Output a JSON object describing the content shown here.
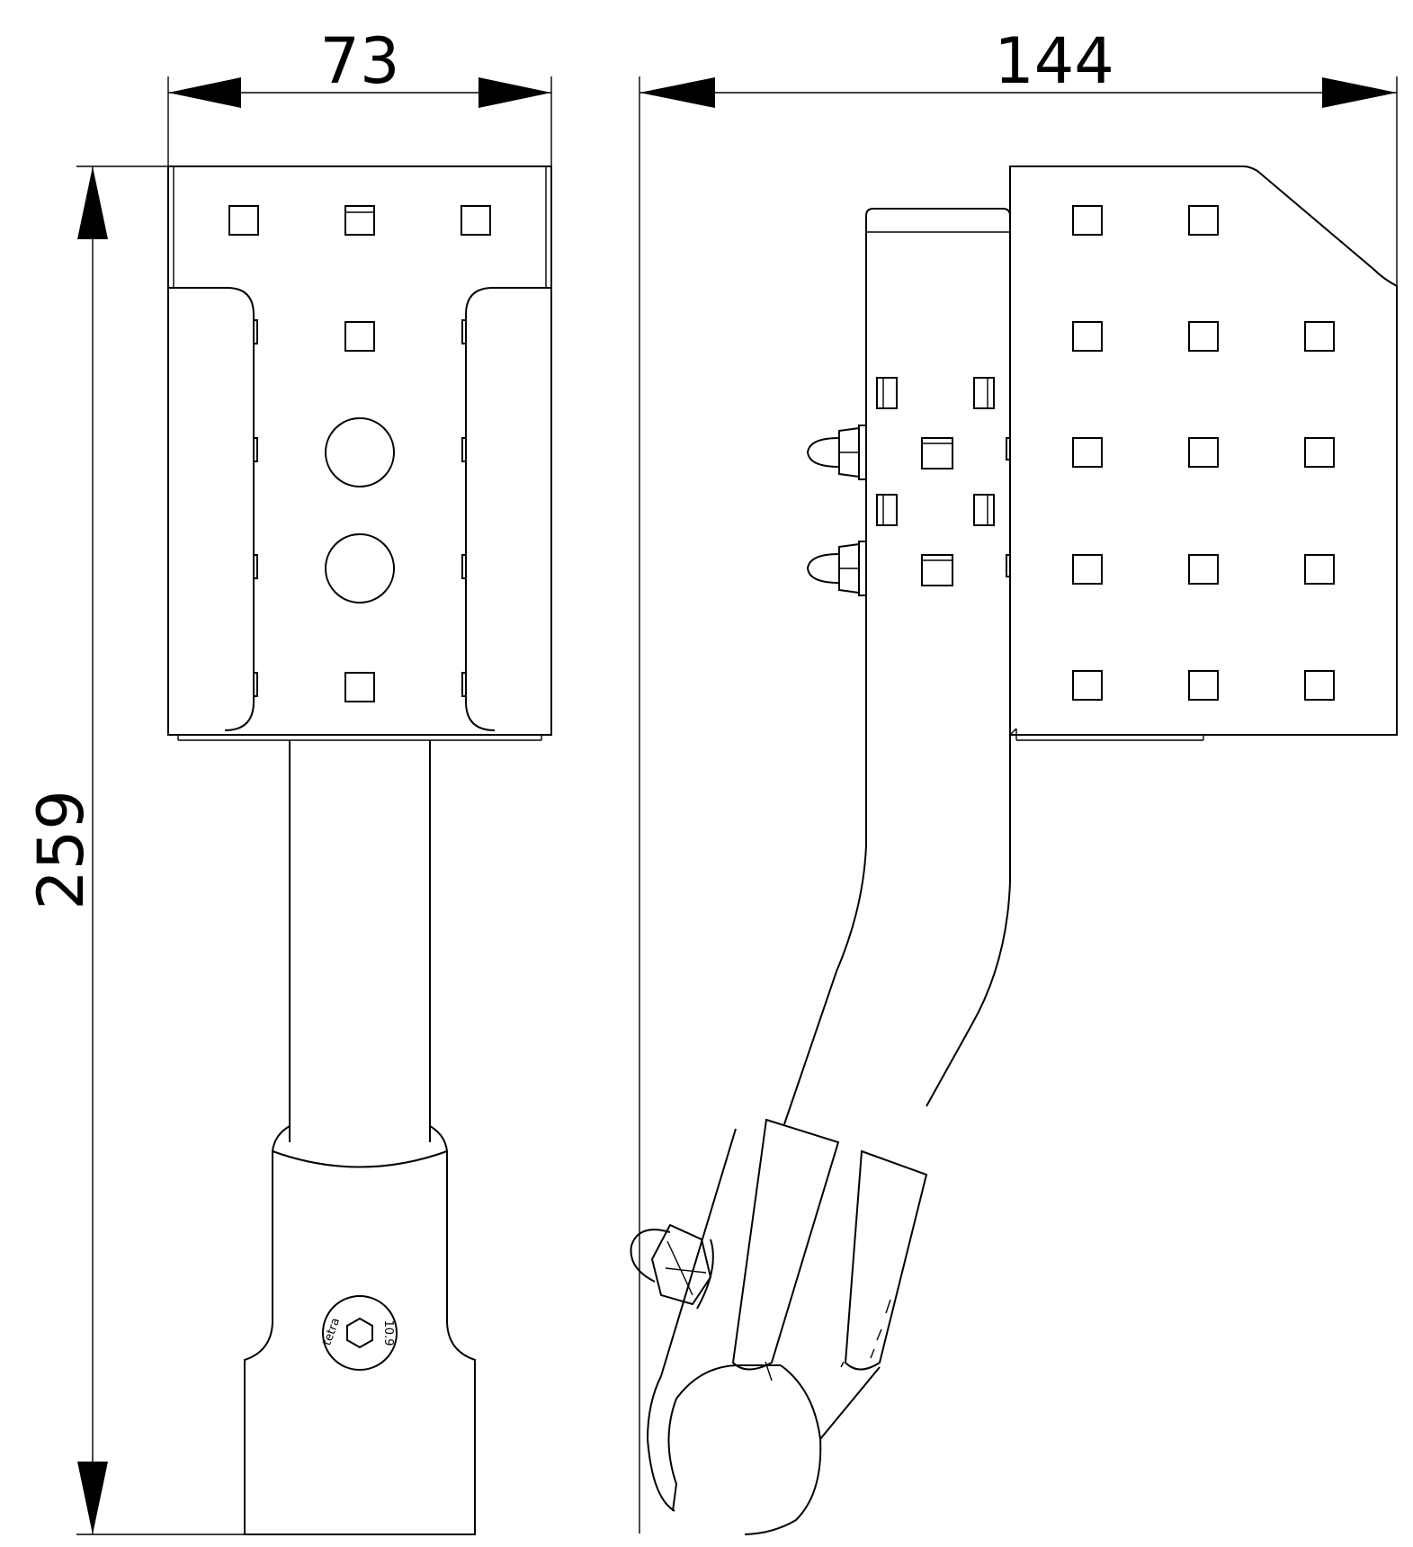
{
  "dimensions": {
    "width_front": "73",
    "width_side": "144",
    "height": "259"
  },
  "stamp": {
    "brand": "tetra",
    "grade": "10.9"
  }
}
